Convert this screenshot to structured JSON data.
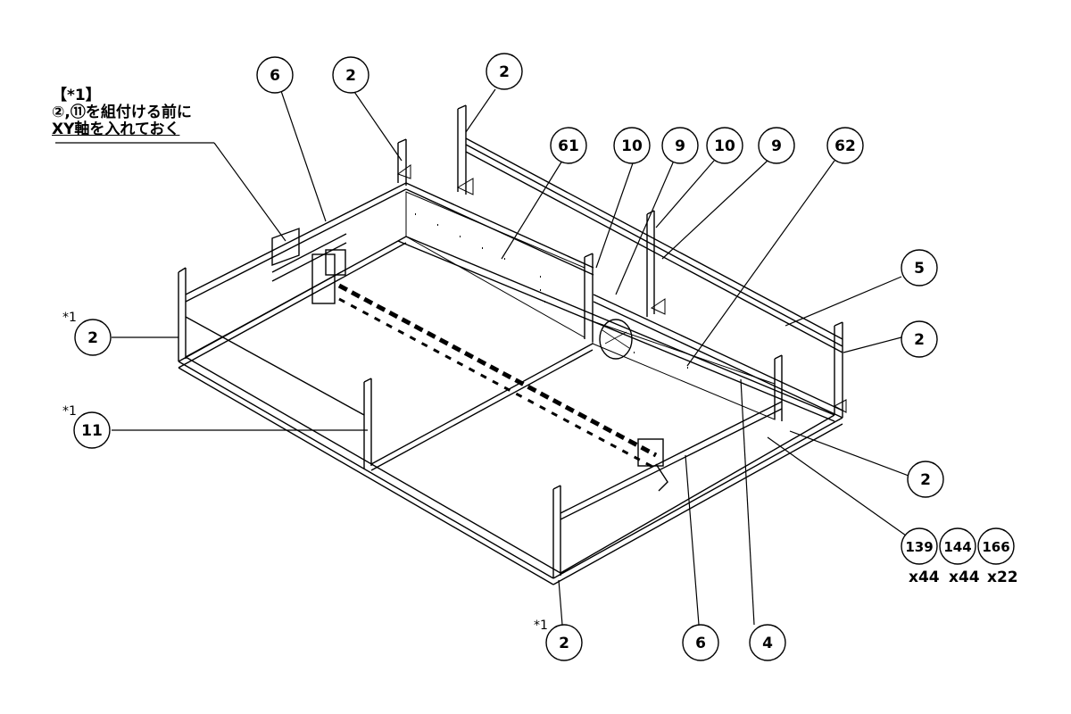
{
  "note": {
    "tag": "【*1】",
    "line1": "②,⑪を組付ける前に",
    "line2": "XY軸を入れておく"
  },
  "balloons": [
    {
      "id": "b6a",
      "label": "6"
    },
    {
      "id": "b2a",
      "label": "2"
    },
    {
      "id": "b2b",
      "label": "2"
    },
    {
      "id": "b61",
      "label": "61"
    },
    {
      "id": "b10a",
      "label": "10"
    },
    {
      "id": "b9a",
      "label": "9"
    },
    {
      "id": "b10b",
      "label": "10"
    },
    {
      "id": "b9b",
      "label": "9"
    },
    {
      "id": "b62",
      "label": "62"
    },
    {
      "id": "b5",
      "label": "5"
    },
    {
      "id": "b2c",
      "label": "2"
    },
    {
      "id": "b2d",
      "label": "2"
    },
    {
      "id": "b11",
      "label": "11"
    },
    {
      "id": "b2e",
      "label": "2"
    },
    {
      "id": "b139",
      "label": "139"
    },
    {
      "id": "b144",
      "label": "144"
    },
    {
      "id": "b166",
      "label": "166"
    },
    {
      "id": "b2f",
      "label": "2"
    },
    {
      "id": "b6b",
      "label": "6"
    },
    {
      "id": "b4",
      "label": "4"
    }
  ],
  "asterisks": [
    "*1",
    "*1",
    "*1"
  ],
  "quantities": [
    "x44",
    "x44",
    "x22"
  ]
}
